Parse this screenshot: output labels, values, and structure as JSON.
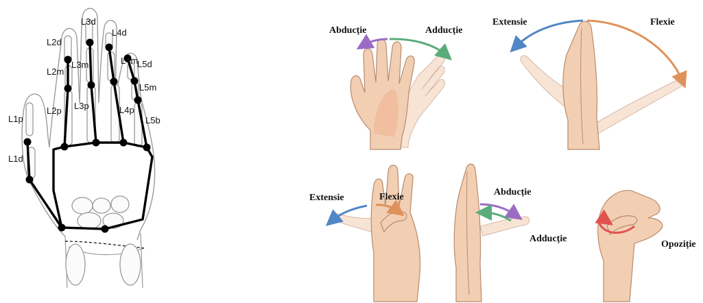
{
  "hand_model": {
    "landmarks": {
      "L1p": "L1p",
      "L1d": "L1d",
      "L2d": "L2d",
      "L2m": "L2m",
      "L2p": "L2p",
      "L3d": "L3d",
      "L3m": "L3m",
      "L3p": "L3p",
      "L4d": "L4d",
      "L4m": "L4m",
      "L4p": "L4p",
      "L5d": "L5d",
      "L5m": "L5m",
      "L5b": "L5b"
    }
  },
  "movements": {
    "abductie_top": "Abducție",
    "adductie_top": "Adducție",
    "extensie_top": "Extensie",
    "flexie_top": "Flexie",
    "extensie_bottom": "Extensie",
    "flexie_bottom": "Flexie",
    "abductie_bottom": "Abducție",
    "adductie_bottom": "Adducție",
    "opozitie": "Opoziție"
  },
  "colors": {
    "abduction_arrow": "#9b6cc4",
    "adduction_arrow": "#5aac7a",
    "extension_arrow": "#4f86c6",
    "flexion_arrow": "#e0915a",
    "opposition_arrow": "#e0524f",
    "skin": "#f2cfb3"
  }
}
